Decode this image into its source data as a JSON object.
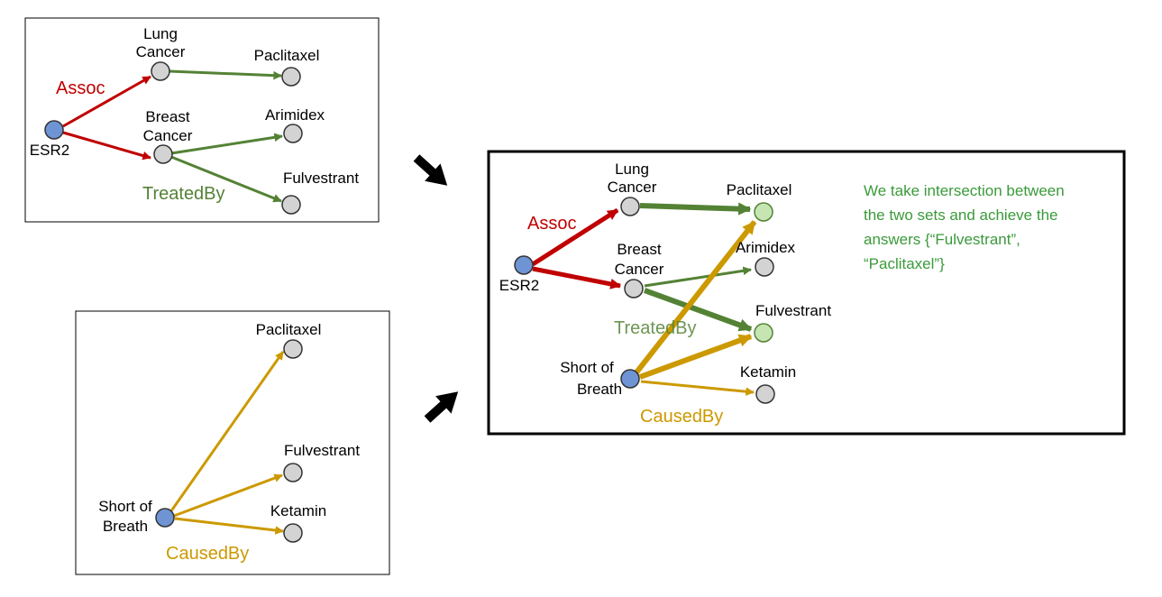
{
  "colors": {
    "assoc": "#c00000",
    "treated": "#548235",
    "caused": "#cc9900",
    "note": "#3a9a3a",
    "node_source": "#6f94d4",
    "node_target": "#d3d3d3",
    "node_answer": "#c6e5b3",
    "text": "#000000"
  },
  "panel1": {
    "nodes": {
      "esr2": "ESR2",
      "lung_cancer": [
        "Lung",
        "Cancer"
      ],
      "breast_cancer": [
        "Breast",
        "Cancer"
      ],
      "paclitaxel": "Paclitaxel",
      "arimidex": "Arimidex",
      "fulvestrant": "Fulvestrant"
    },
    "relations": {
      "assoc": "Assoc",
      "treated_by": "TreatedBy"
    }
  },
  "panel2": {
    "nodes": {
      "short_of_breath": [
        "Short of",
        "Breath"
      ],
      "paclitaxel": "Paclitaxel",
      "fulvestrant": "Fulvestrant",
      "ketamin": "Ketamin"
    },
    "relations": {
      "caused_by": "CausedBy"
    }
  },
  "panel3": {
    "nodes": {
      "esr2": "ESR2",
      "lung_cancer": [
        "Lung",
        "Cancer"
      ],
      "breast_cancer": [
        "Breast",
        "Cancer"
      ],
      "short_of_breath": [
        "Short of",
        "Breath"
      ],
      "paclitaxel": "Paclitaxel",
      "arimidex": "Arimidex",
      "fulvestrant": "Fulvestrant",
      "ketamin": "Ketamin"
    },
    "relations": {
      "assoc": "Assoc",
      "treated_by": "TreatedBy",
      "caused_by": "CausedBy"
    },
    "note": [
      "We take intersection between",
      "the two sets and achieve the",
      "answers {“Fulvestrant”,",
      "“Paclitaxel”}"
    ]
  }
}
